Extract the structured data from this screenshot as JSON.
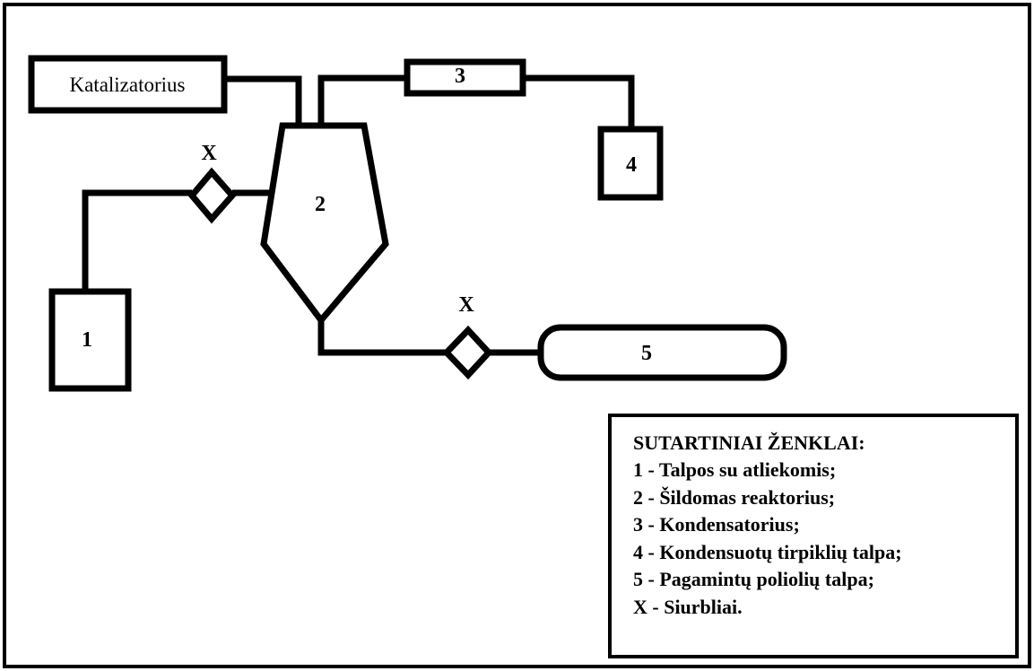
{
  "diagram": {
    "catalyst_label": "Katalizatorius",
    "tank1_label": "1",
    "reactor_label": "2",
    "condenser_label": "3",
    "tank4_label": "4",
    "tank5_label": "5",
    "pump_left_label": "X",
    "pump_right_label": "X"
  },
  "legend": {
    "title": "SUTARTINIAI ŽENKLAI:",
    "items": [
      "1 - Talpos su atliekomis;",
      "2 - Šildomas reaktorius;",
      "3 - Kondensatorius;",
      "4 - Kondensuotų tirpiklių talpa;",
      "5 - Pagamintų poliolių talpa;",
      "X - Siurbliai."
    ]
  },
  "colors": {
    "stroke": "#000000",
    "background": "#ffffff"
  }
}
